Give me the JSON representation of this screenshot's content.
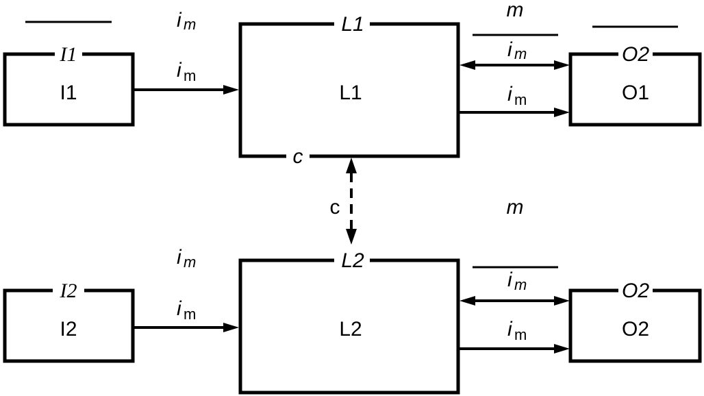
{
  "diagram": {
    "blocks": {
      "i1": {
        "inner_label": "I1",
        "title": "I1"
      },
      "i2": {
        "inner_label": "I2",
        "title": "I2"
      },
      "l1": {
        "inner_label": "L1",
        "title": "L1",
        "bottom_label": "c"
      },
      "l2": {
        "inner_label": "L2",
        "title": "L2"
      },
      "o1": {
        "inner_label": "O1",
        "title": "O2"
      },
      "o2": {
        "inner_label": "O2",
        "title": "O2"
      }
    },
    "labels": {
      "i_main": "i",
      "m_sub_italic": "m",
      "m_sub_upright": "m",
      "m_top": "m",
      "m_middle": "m",
      "c_link": "c"
    }
  }
}
